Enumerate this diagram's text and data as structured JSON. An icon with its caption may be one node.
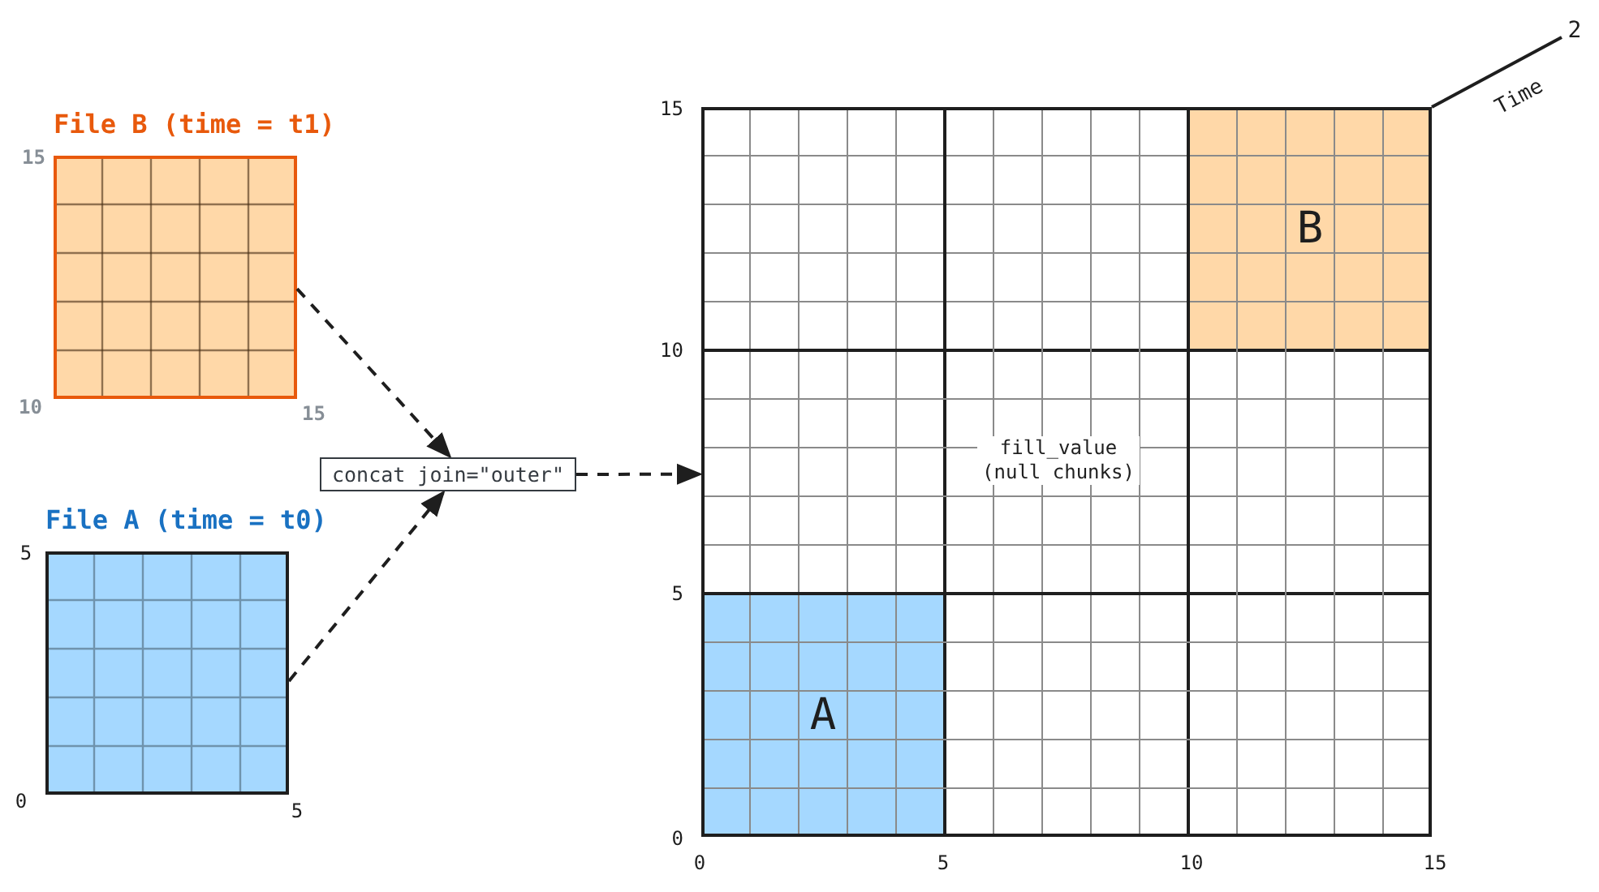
{
  "diagram": {
    "nodes": [
      {
        "text": [
          "File B (time = t1)"
        ],
        "beside": [
          "15",
          "10",
          "15"
        ]
      },
      {
        "text": [
          "File A (time = t0)"
        ],
        "beside": [
          "5",
          "0",
          "5"
        ]
      },
      {
        "text": [
          "concat join=\"outer\""
        ]
      },
      {
        "text": [
          "fill_value (null chunks)"
        ],
        "beside": [
          "15",
          "10",
          "5",
          "0",
          "0",
          "5",
          "10",
          "15"
        ]
      },
      {
        "text": [
          "B"
        ],
        "in": 3
      },
      {
        "text": [
          "A"
        ],
        "in": 3
      }
    ],
    "edges": [
      {
        "from": 0,
        "to": 2,
        "arrow": "to",
        "style": "dashed"
      },
      {
        "from": 1,
        "to": 2,
        "arrow": "to",
        "style": "dashed"
      },
      {
        "from": 2,
        "to": 3,
        "arrow": "to",
        "style": "dashed"
      }
    ],
    "labels": [
      "2",
      "Time"
    ]
  }
}
